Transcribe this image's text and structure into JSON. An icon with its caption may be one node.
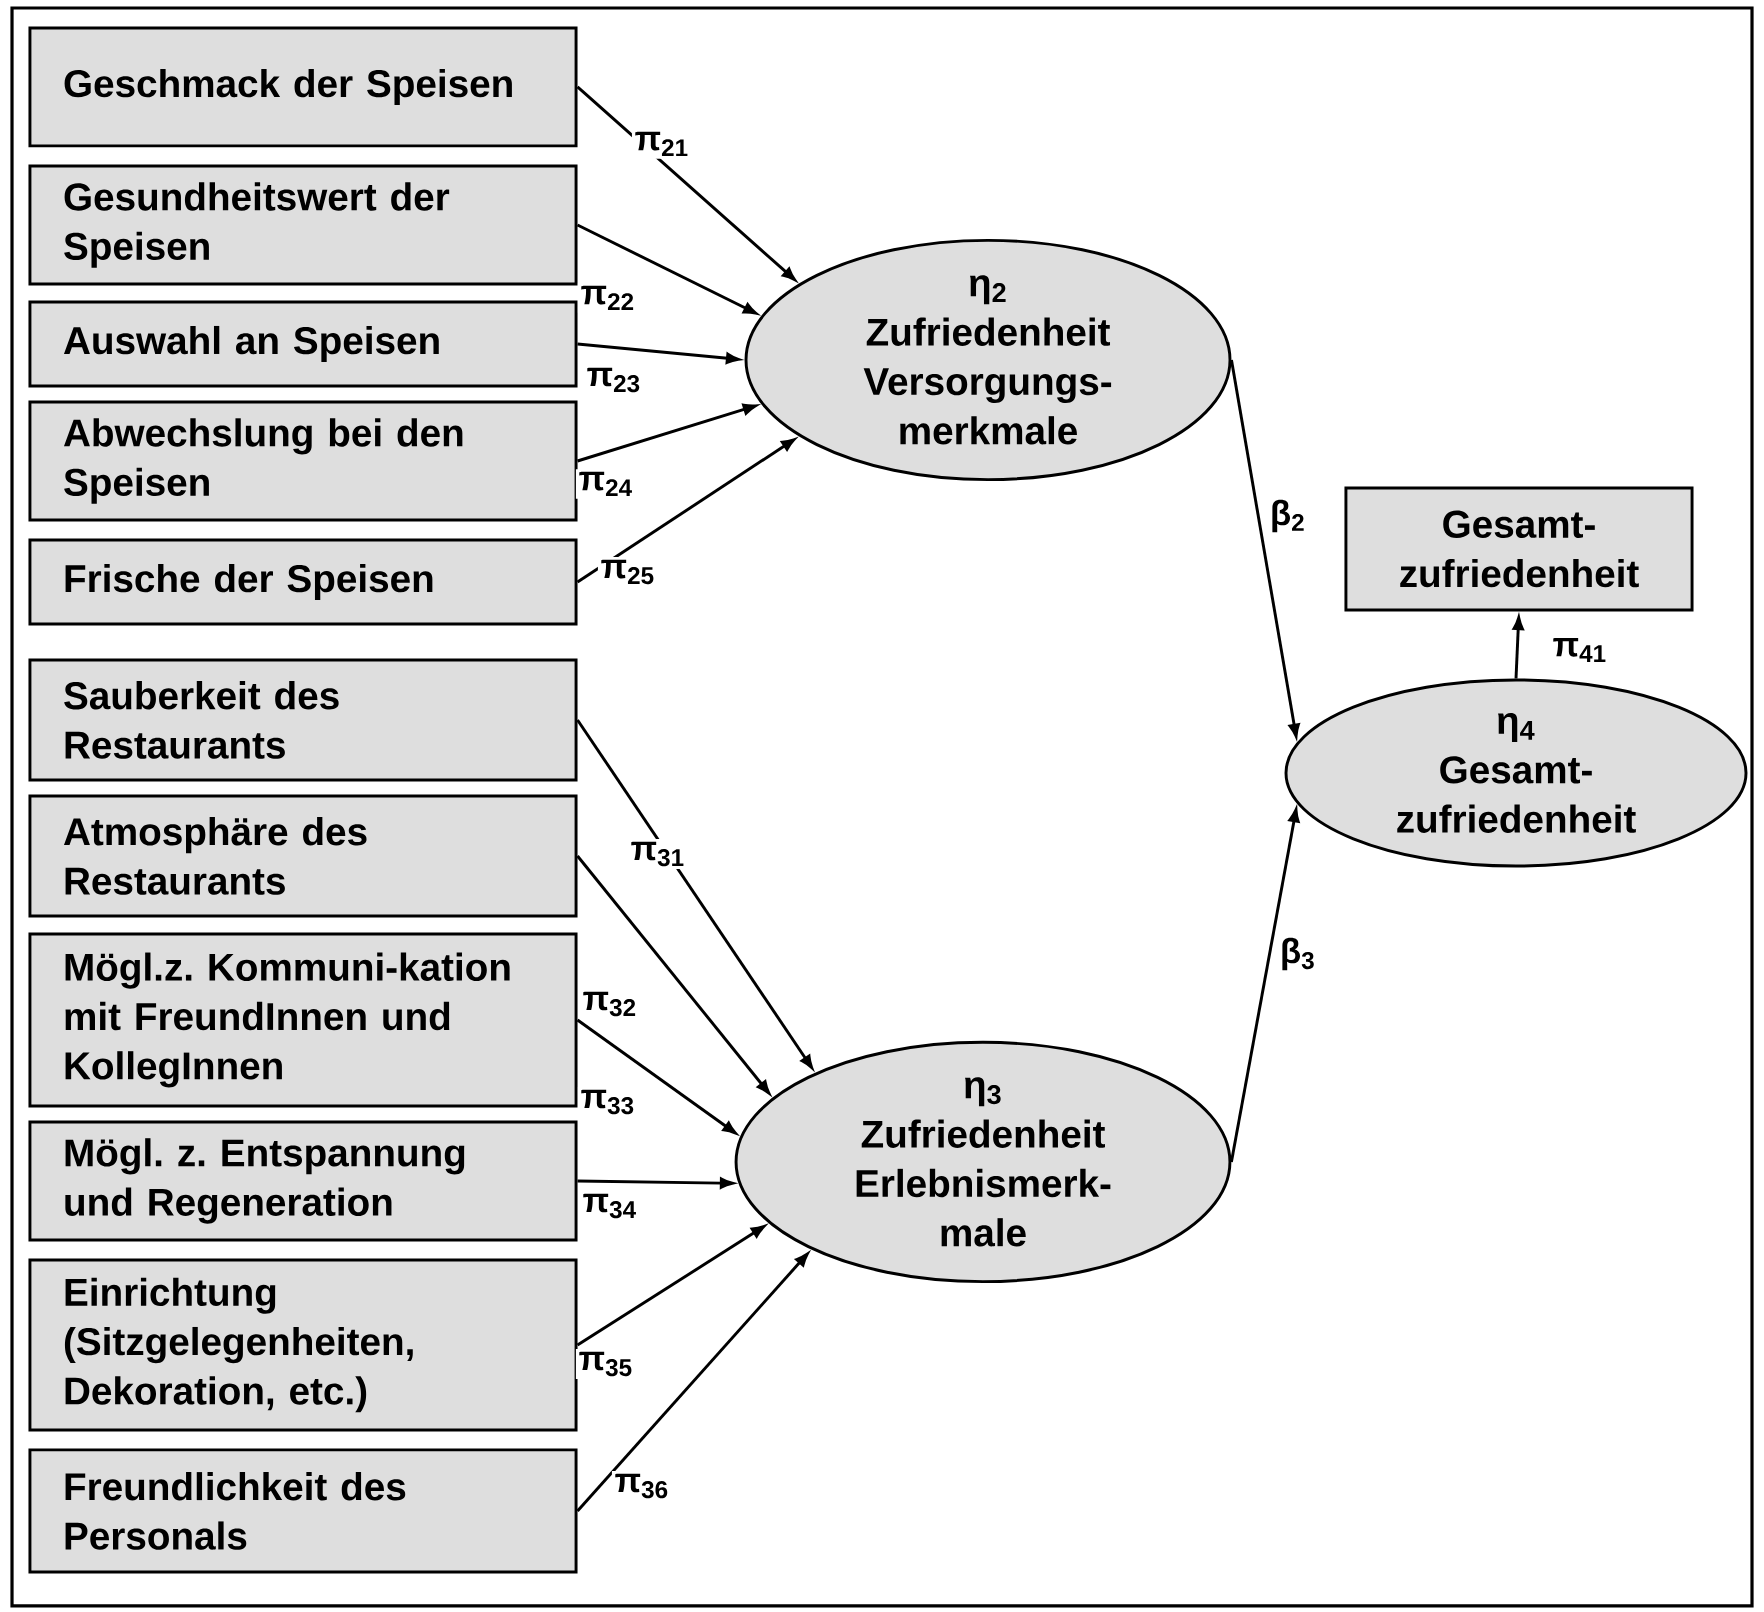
{
  "diagram": {
    "nodes": [
      {
        "text": [
          "Geschmack der Speisen"
        ]
      },
      {
        "text": [
          "Gesundheitswert der Speisen"
        ]
      },
      {
        "text": [
          "Auswahl an Speisen"
        ]
      },
      {
        "text": [
          "Abwechslung bei den Speisen"
        ]
      },
      {
        "text": [
          "Frische der Speisen"
        ]
      },
      {
        "text": [
          "η$_{2}$",
          "Zufriedenheit Versorgungs-merkmale"
        ]
      },
      {
        "text": [
          "Sauberkeit des Restaurants"
        ]
      },
      {
        "text": [
          "Atmosphäre des Restaurants"
        ]
      },
      {
        "text": [
          "Mögl.z. Kommuni-kation mit FreundInnen und KollegInnen"
        ]
      },
      {
        "text": [
          "Mögl. z. Entspannung und Regeneration"
        ]
      },
      {
        "text": [
          "Einrichtung (Sitzgelegenheiten, Dekoration, etc.)"
        ]
      },
      {
        "text": [
          "Freundlichkeit des Personals"
        ]
      },
      {
        "text": [
          "η$_{3}$",
          "Zufriedenheit Erlebnismerk-male"
        ]
      },
      {
        "text": [
          "η$_{4}$",
          "Gesamt-zufriedenheit"
        ]
      },
      {
        "text": [
          "Gesamt-zufriedenheit"
        ]
      }
    ],
    "edges": [
      {
        "from": 0,
        "to": 5,
        "arrow": "to",
        "label": "π$_{21}$"
      },
      {
        "from": 1,
        "to": 5,
        "arrow": "to",
        "label": "π$_{22}$"
      },
      {
        "from": 2,
        "to": 5,
        "arrow": "to",
        "label": "π$_{23}$"
      },
      {
        "from": 3,
        "to": 5,
        "arrow": "to",
        "label": "π$_{24}$"
      },
      {
        "from": 4,
        "to": 5,
        "arrow": "to",
        "label": "π$_{25}$"
      },
      {
        "from": 6,
        "to": 12,
        "arrow": "to",
        "label": "π$_{31}$"
      },
      {
        "from": 7,
        "to": 12,
        "arrow": "to",
        "label": "π$_{32}$"
      },
      {
        "from": 8,
        "to": 12,
        "arrow": "to",
        "label": "π$_{33}$"
      },
      {
        "from": 9,
        "to": 12,
        "arrow": "to",
        "label": "π$_{34}$"
      },
      {
        "from": 10,
        "to": 12,
        "arrow": "to",
        "label": "π$_{35}$"
      },
      {
        "from": 11,
        "to": 12,
        "arrow": "to",
        "label": "π$_{36}$"
      },
      {
        "from": 5,
        "to": 13,
        "arrow": "to",
        "label": "β$_{2}$"
      },
      {
        "from": 12,
        "to": 13,
        "arrow": "to",
        "label": "β$_{3}$"
      },
      {
        "from": 13,
        "to": 14,
        "arrow": "to",
        "label": "π$_{41}$"
      }
    ]
  }
}
